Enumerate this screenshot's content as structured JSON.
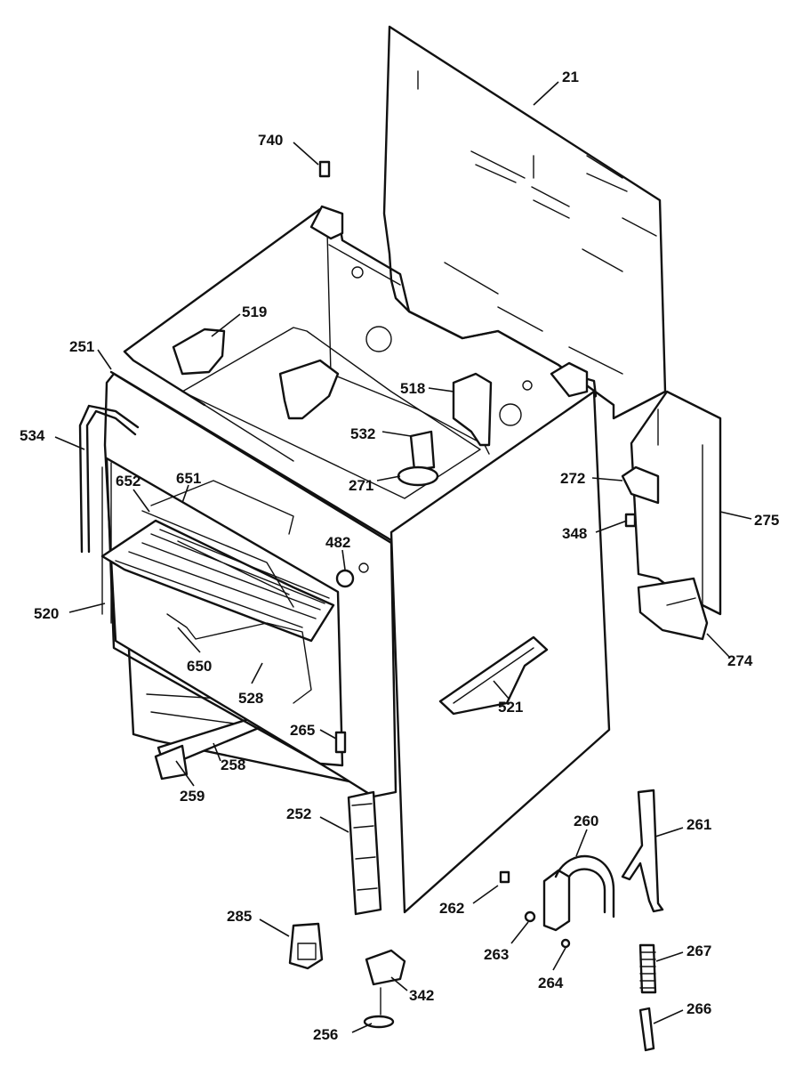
{
  "diagram": {
    "part_labels": {
      "p21": "21",
      "p740": "740",
      "p519": "519",
      "p251": "251",
      "p518": "518",
      "p534": "534",
      "p532": "532",
      "p652": "652",
      "p651": "651",
      "p271": "271",
      "p272": "272",
      "p275": "275",
      "p348": "348",
      "p482": "482",
      "p520": "520",
      "p274": "274",
      "p650": "650",
      "p528": "528",
      "p521": "521",
      "p265": "265",
      "p258": "258",
      "p259": "259",
      "p252": "252",
      "p260": "260",
      "p261": "261",
      "p262": "262",
      "p285": "285",
      "p263": "263",
      "p267": "267",
      "p264": "264",
      "p342": "342",
      "p266": "266",
      "p256": "256"
    }
  }
}
